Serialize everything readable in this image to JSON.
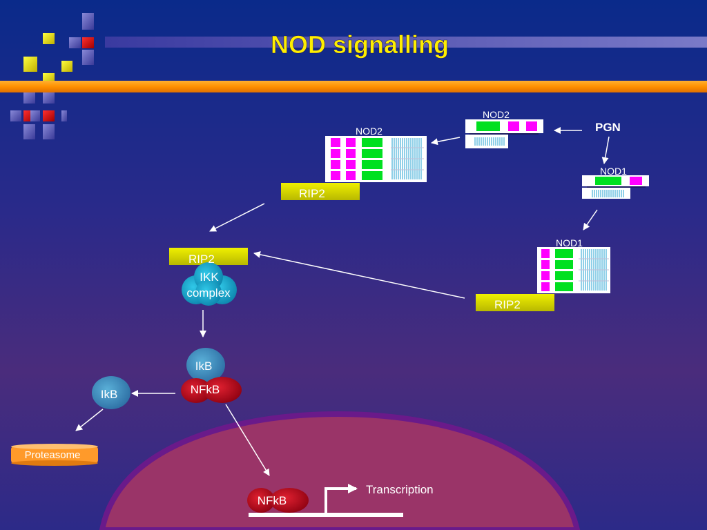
{
  "slide": {
    "title": "NOD signalling",
    "colors": {
      "title": "#ffee00",
      "band": "#ff9000",
      "rip2": "#e8e800",
      "ikk": "#1ab0d8",
      "nfkb": "#c8001a",
      "ikb": "#3a9ac8",
      "proteasome": "#ff9a2a",
      "nucleus": "#9a3468",
      "lrr": "#00e020",
      "card": "#ff00ff"
    }
  },
  "labels": {
    "nod2_top": "NOD2",
    "nod2_oligomer": "NOD2",
    "pgn": "PGN",
    "nod1_top": "NOD1",
    "nod1_oligomer": "NOD1",
    "rip2_left": "RIP2",
    "rip2_right": "RIP2",
    "rip2_complex": "RIP2",
    "ikk_line1": "IKK",
    "ikk_line2": "complex",
    "ikb_bound": "IkB",
    "nfkb_cyto": "NFkB",
    "ikb_free": "IkB",
    "proteasome": "Proteasome",
    "nfkb_nuclear": "NFkB",
    "transcription": "Transcription"
  }
}
